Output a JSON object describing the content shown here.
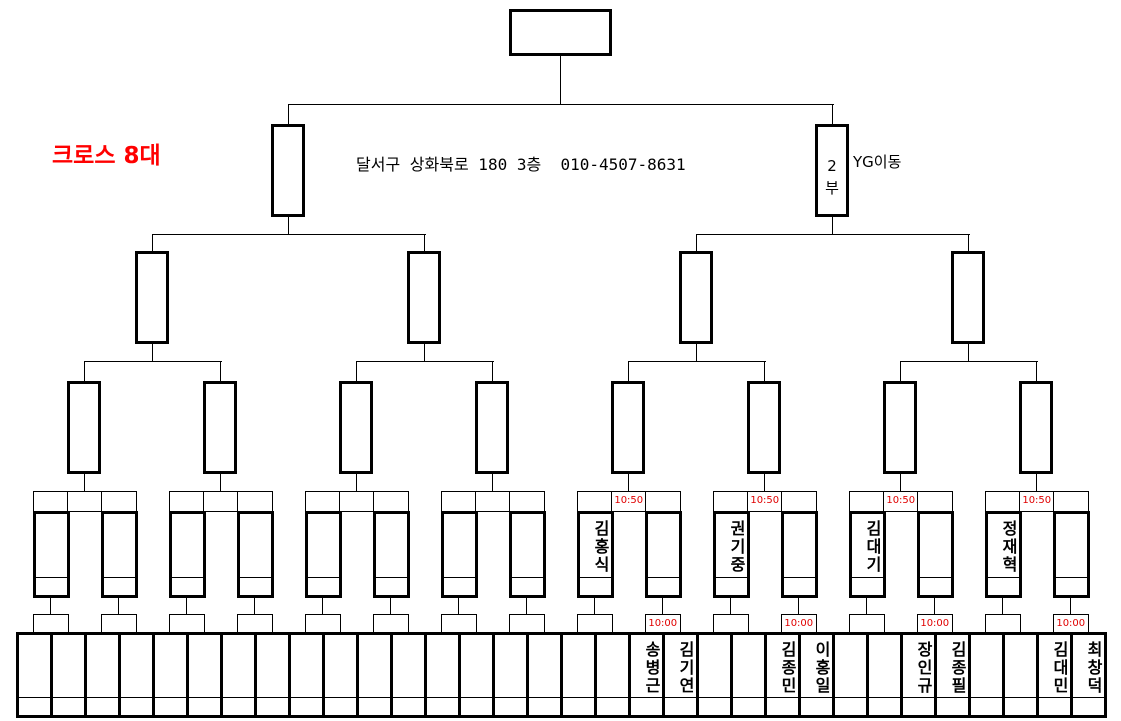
{
  "title": "크로스 8대",
  "address": "달서구 상화북로 180 3층  010-4507-8631",
  "division": {
    "line1": "2",
    "line2": "부"
  },
  "club": "YG이동",
  "colors": {
    "title": "#ff0000",
    "time": "#e00000",
    "line": "#000000"
  },
  "groups": [
    {
      "times": {
        "upper": "",
        "lower_right": ""
      },
      "r16": [
        "",
        ""
      ],
      "players": [
        "",
        "",
        "",
        ""
      ]
    },
    {
      "times": {
        "upper": "",
        "lower_right": ""
      },
      "r16": [
        "",
        ""
      ],
      "players": [
        "",
        "",
        "",
        ""
      ]
    },
    {
      "times": {
        "upper": "",
        "lower_right": ""
      },
      "r16": [
        "",
        ""
      ],
      "players": [
        "",
        "",
        "",
        ""
      ]
    },
    {
      "times": {
        "upper": "",
        "lower_right": ""
      },
      "r16": [
        "",
        ""
      ],
      "players": [
        "",
        "",
        "",
        ""
      ]
    },
    {
      "times": {
        "upper": "10:50",
        "lower_right": "10:00"
      },
      "r16": [
        "김홍식",
        ""
      ],
      "players": [
        "",
        "",
        "송병근",
        "김기연"
      ]
    },
    {
      "times": {
        "upper": "10:50",
        "lower_right": "10:00"
      },
      "r16": [
        "권기중",
        ""
      ],
      "players": [
        "",
        "",
        "김종민",
        "이홍일"
      ]
    },
    {
      "times": {
        "upper": "10:50",
        "lower_right": "10:00"
      },
      "r16": [
        "김대기",
        ""
      ],
      "players": [
        "",
        "",
        "장인규",
        "김종필"
      ]
    },
    {
      "times": {
        "upper": "10:50",
        "lower_right": "10:00"
      },
      "r16": [
        "정재혁",
        ""
      ],
      "players": [
        "",
        "",
        "김대민",
        "최창덕"
      ]
    }
  ]
}
